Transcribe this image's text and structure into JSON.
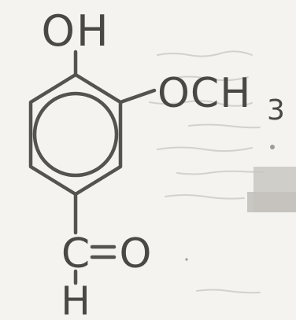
{
  "structure": {
    "hydroxyl_label": "OH",
    "methoxy_label": "OCH",
    "methoxy_subscript": "3",
    "carbonyl_carbon": "C",
    "carbonyl_oxygen": "O",
    "aldehyde_hydrogen": "H",
    "colors": {
      "ink": "#4a4844",
      "paper": "#f4f3ef",
      "bleed": "#c9c7c2"
    }
  }
}
